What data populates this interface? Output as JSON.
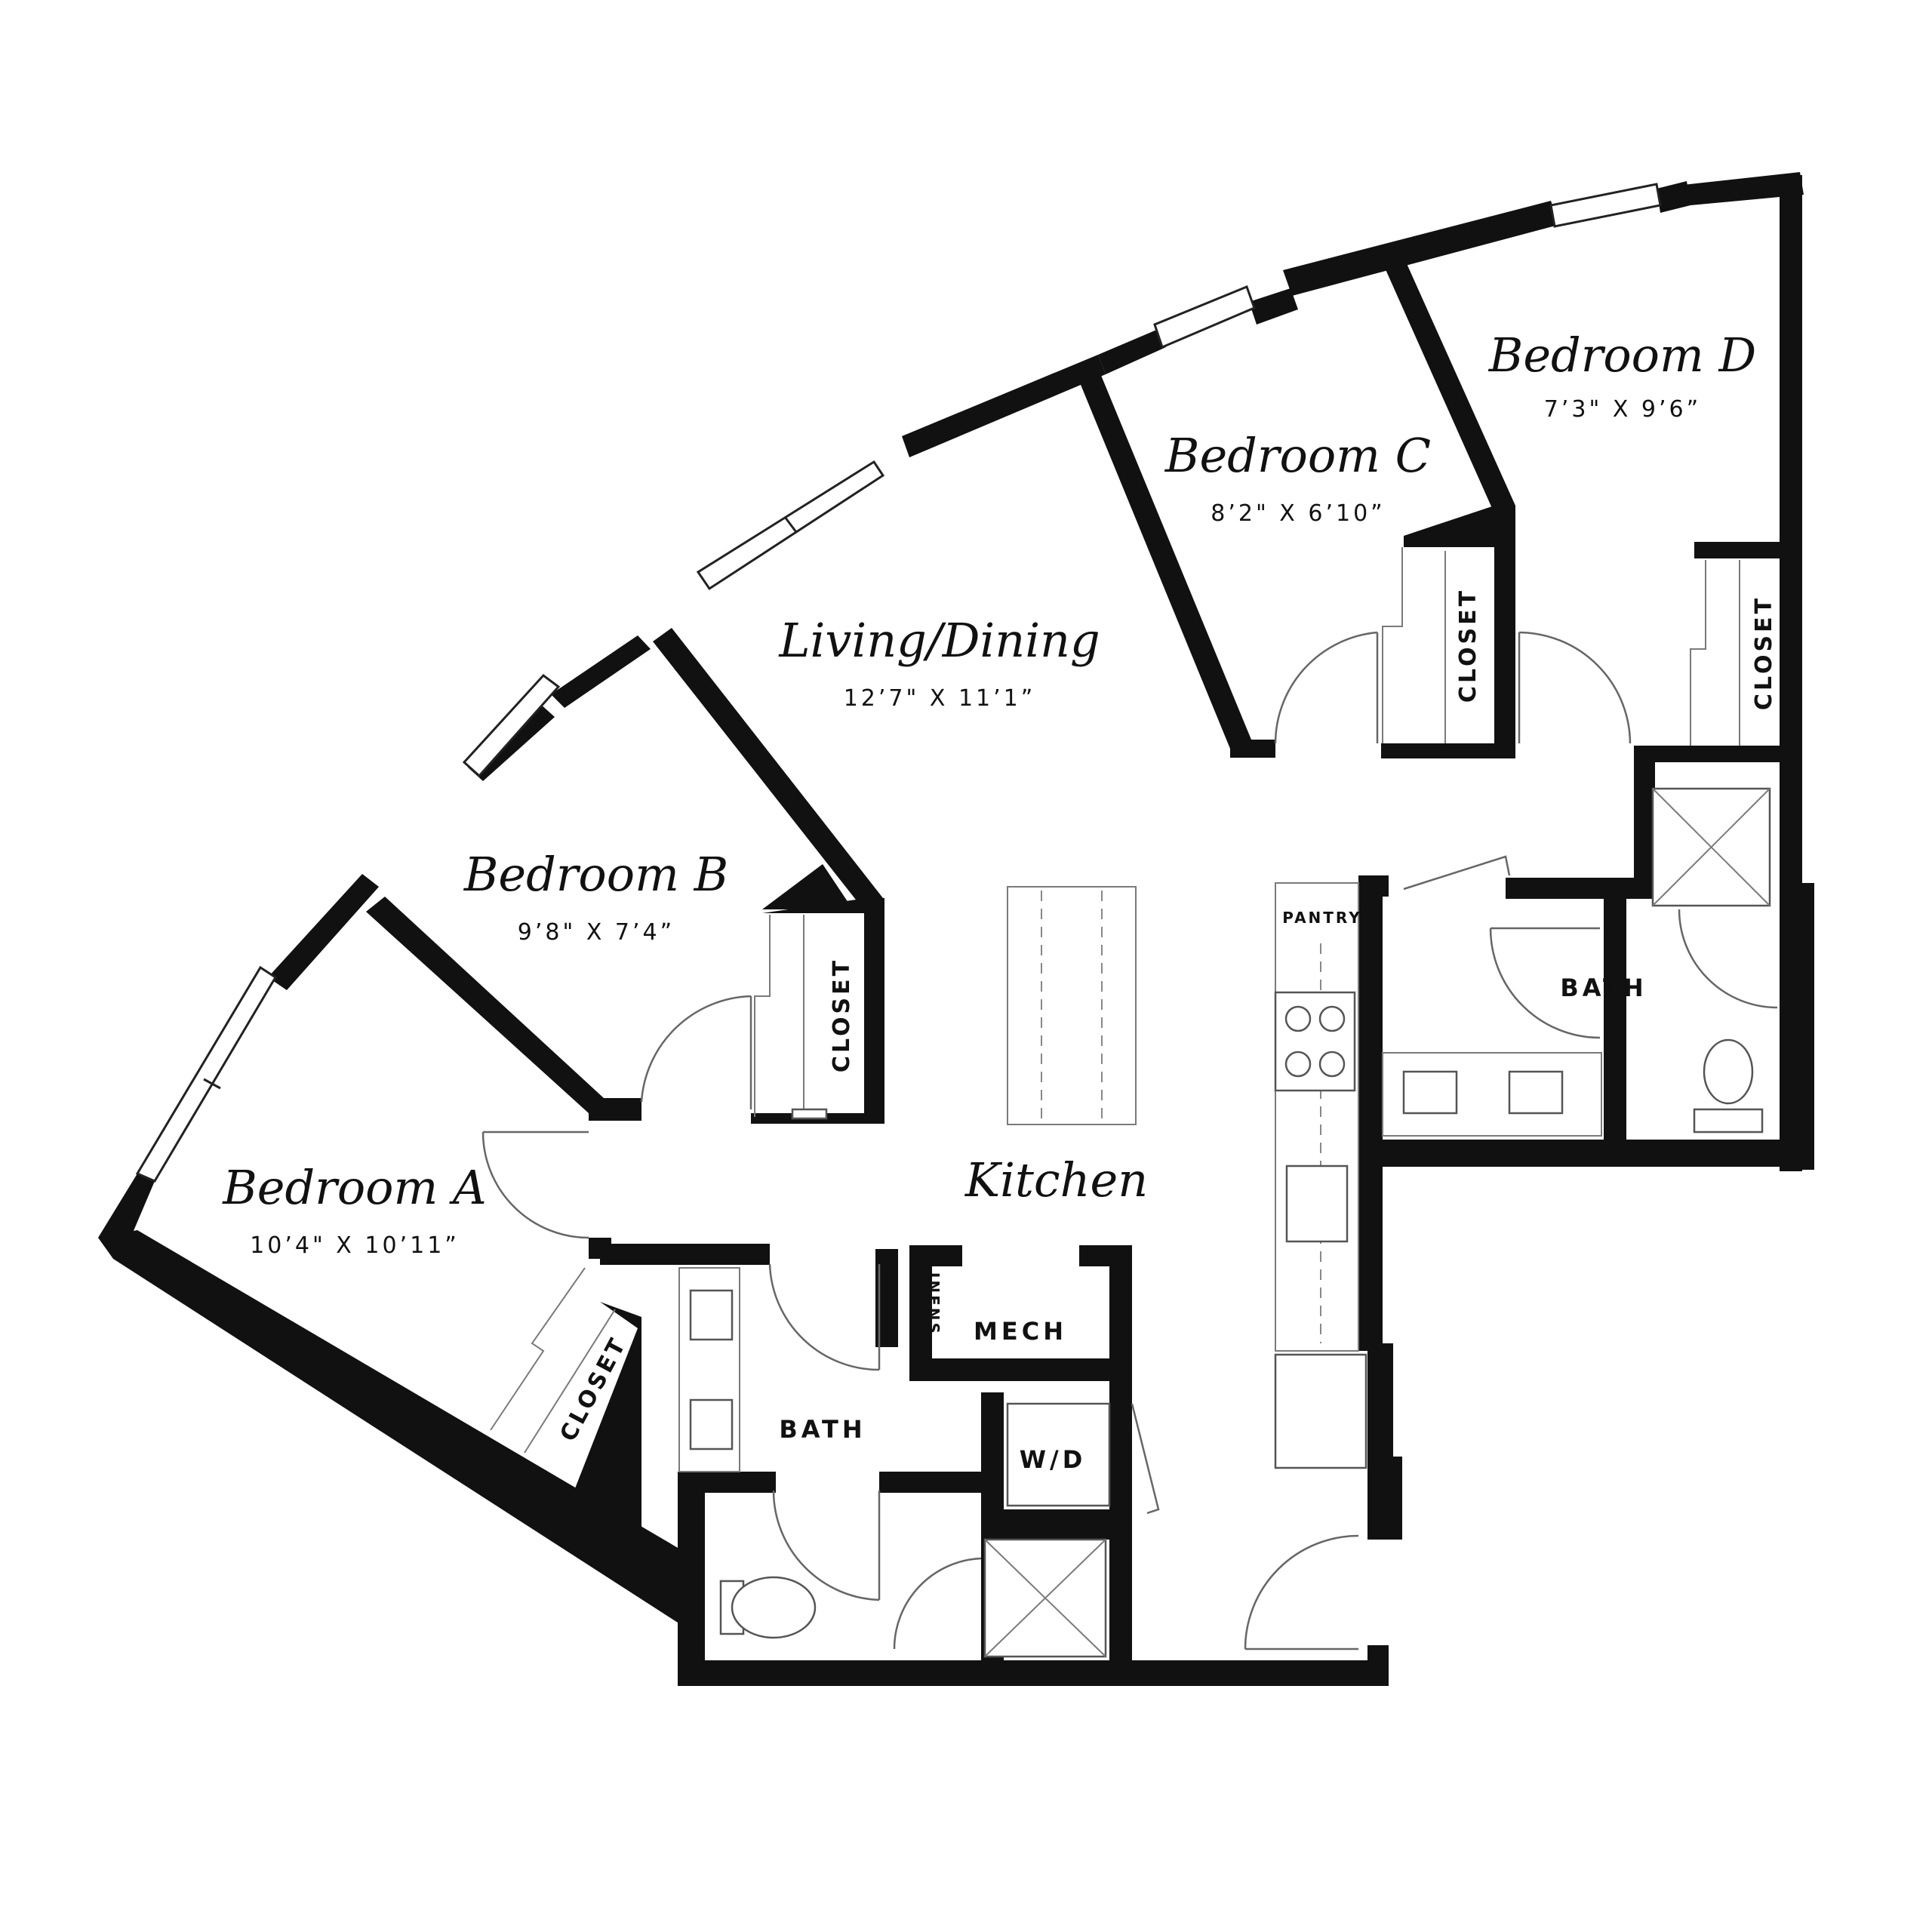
{
  "rooms": {
    "living_dining": {
      "name": "Living/Dining",
      "dims": "12’7\" X 11’1”"
    },
    "kitchen": {
      "name": "Kitchen"
    },
    "bedroom_a": {
      "name": "Bedroom A",
      "dims": "10’4\" X 10’11”"
    },
    "bedroom_b": {
      "name": "Bedroom B",
      "dims": "9’8\" X 7’4”"
    },
    "bedroom_c": {
      "name": "Bedroom C",
      "dims": "8’2\" X 6’10”"
    },
    "bedroom_d": {
      "name": "Bedroom D",
      "dims": "7’3\" X 9’6”"
    }
  },
  "labels": {
    "closet": "CLOSET",
    "bath": "BATH",
    "mech": "MECH",
    "wd": "W/D",
    "linens": "LINENS",
    "pantry": "PANTRY"
  },
  "colors": {
    "wall": "#111111",
    "background": "#ffffff",
    "fixture_line": "#7a7a7a"
  }
}
